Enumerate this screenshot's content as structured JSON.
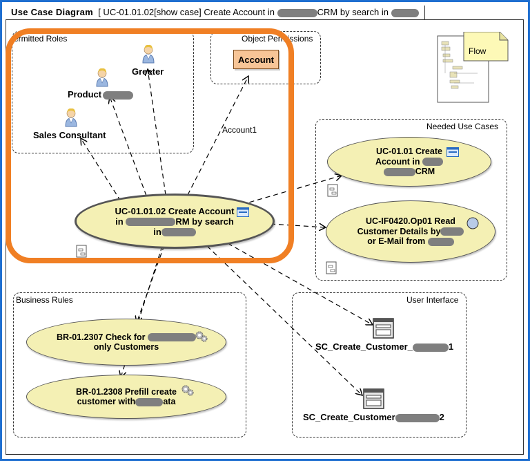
{
  "diagram": {
    "header_kind": "Use Case Diagram",
    "header_title": "[ UC-01.01.02[show case] Create Account in",
    "header_title_mid": "CRM by search in"
  },
  "groups": {
    "permitted_roles": "ermitted Roles",
    "object_permissions": "Object Permissions",
    "needed_use_cases": "Needed Use Cases",
    "business_rules": "Business Rules",
    "user_interface": "User Interface"
  },
  "actors": {
    "greeter": "Greeter",
    "product": "Product",
    "sales_consultant": "Sales Consultant"
  },
  "object_box": "Account",
  "edge_label": "Account1",
  "flow_note": "Flow",
  "main_use_case": {
    "line1": "UC-01.01.02 Create Account",
    "line2a": "in",
    "line2b": "RM by search",
    "line3": "in"
  },
  "needed": {
    "uc1_line1": "UC-01.01 Create",
    "uc1_line2": "Account in",
    "uc1_line3": "CRM",
    "uc2_line1": "UC-IF0420.Op01 Read",
    "uc2_line2": "Customer Details by",
    "uc2_line3": "or E-Mail from"
  },
  "rules": {
    "br1_line1": "BR-01.2307 Check for",
    "br1_line2": "only Customers",
    "br2_line1": "BR-01.2308 Prefill create",
    "br2_line2a": "customer with",
    "br2_line2b": "ata"
  },
  "screens": {
    "screen1_a": "SC_Create_Customer_",
    "screen1_b": "1",
    "screen2_a": "SC_Create_Customer",
    "screen2_b": "2"
  },
  "colors": {
    "usecase_fill": "#f4f0b4",
    "highlight": "#f07f24",
    "account_fill": "#f7c597",
    "frame": "#1f6fd0"
  }
}
